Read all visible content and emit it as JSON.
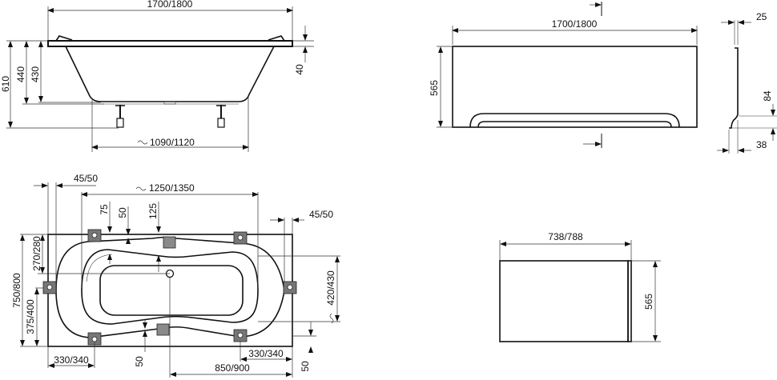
{
  "views": {
    "side_view": {
      "overall_length": "1700/1800",
      "total_height": "610",
      "depth_outer": "440",
      "depth_inner": "430",
      "rim_thickness": "40",
      "leg_span": "1090/1120"
    },
    "front_panel": {
      "length": "1700/1800",
      "height": "565"
    },
    "panel_profile": {
      "top_thickness": "25",
      "bottom_step": "84",
      "bottom_depth": "38"
    },
    "top_view": {
      "left_offset": "45/50",
      "right_offset": "45/50",
      "leg_span": "1250/1350",
      "dim_75": "75",
      "dim_50_top": "50",
      "dim_125": "125",
      "width": "750/800",
      "upper_half": "270/280",
      "lower_half": "375/400",
      "inner_width": "420/430",
      "left_leg_offset": "330/340",
      "right_leg_offset": "330/340",
      "drain_offset": "850/900",
      "dim_50_bottom": "50",
      "dim_50_right": "50"
    },
    "side_panel": {
      "length": "738/788",
      "height": "565"
    }
  },
  "symbols": {
    "approx": "~"
  }
}
